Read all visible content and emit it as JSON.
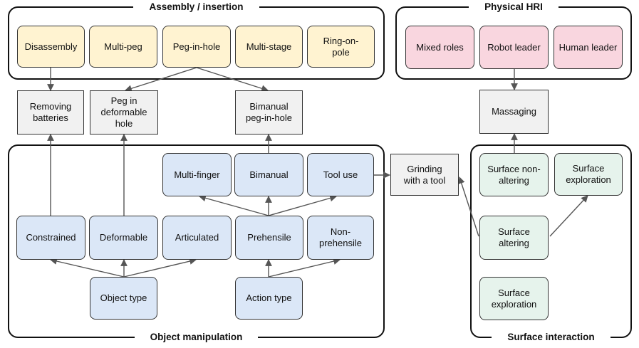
{
  "groups": {
    "assembly": "Assembly / insertion",
    "hri": "Physical HRI",
    "manipulation": "Object manipulation",
    "surface": "Surface interaction"
  },
  "nodes": {
    "disassembly": "Disassembly",
    "multi_peg": "Multi-peg",
    "peg_in_hole": "Peg-in-hole",
    "multi_stage": "Multi-stage",
    "ring_on_pole": "Ring-on-pole",
    "mixed_roles": "Mixed roles",
    "robot_leader": "Robot leader",
    "human_leader": "Human leader",
    "removing_batteries": "Removing batteries",
    "peg_deformable_hole": "Peg in deformable hole",
    "bimanual_peg_in_hole": "Bimanual peg-in-hole",
    "massaging": "Massaging",
    "grinding_tool": "Grinding with a tool",
    "multi_finger": "Multi-finger",
    "bimanual": "Bimanual",
    "tool_use": "Tool use",
    "constrained": "Constrained",
    "deformable": "Deformable",
    "articulated": "Articulated",
    "prehensile": "Prehensile",
    "non_prehensile": "Non-prehensile",
    "object_type": "Object type",
    "action_type": "Action type",
    "surface_non_altering": "Surface non-altering",
    "surface_exploration_top": "Surface exploration",
    "surface_altering": "Surface altering",
    "surface_exploration_bottom": "Surface exploration"
  },
  "colors": {
    "yellow": "#fff3d1",
    "pink": "#f9d6df",
    "blue": "#dbe7f7",
    "green": "#e6f3ec",
    "gray": "#f1f1f1",
    "edge": "#555555"
  }
}
